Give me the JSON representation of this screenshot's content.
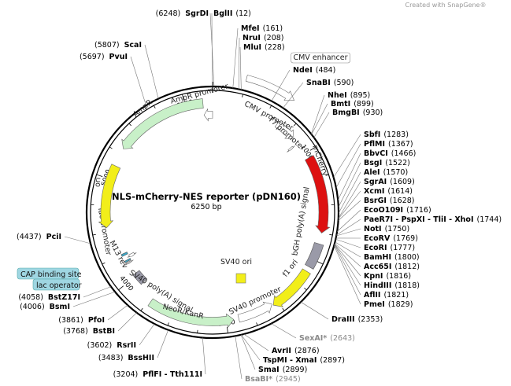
{
  "watermark": "Created with SnapGene®",
  "plasmid": {
    "name": "NLS-mCherry-NES reporter (pDN160)",
    "size_label": "6250 bp",
    "length": 6250
  },
  "tick_labels": [
    {
      "bp": 1000,
      "label": "1000"
    },
    {
      "bp": 2000,
      "label": "2000"
    },
    {
      "bp": 3000,
      "label": "3000"
    },
    {
      "bp": 4000,
      "label": "4000"
    },
    {
      "bp": 5000,
      "label": "5000"
    },
    {
      "bp": 6000,
      "label": "6000"
    }
  ],
  "features": [
    {
      "label": "CMV enhancer",
      "start": 247,
      "end": 626,
      "type": "arrow",
      "color": "#ffffff",
      "boxed": true
    },
    {
      "label": "CMV promoter",
      "start": 627,
      "end": 830,
      "type": "arrow",
      "color": "#ffffff"
    },
    {
      "label": "T7 promoter",
      "start": 875,
      "end": 893,
      "type": "arrow",
      "color": "#ffffff"
    },
    {
      "label": "mCherry",
      "start": 1050,
      "end": 1750,
      "type": "arrow",
      "color": "#dd1111"
    },
    {
      "label": "bGH poly(A) signal",
      "start": 1850,
      "end": 2075,
      "type": "box",
      "color": "#9a9aa8"
    },
    {
      "label": "f1 ori",
      "start": 2121,
      "end": 2550,
      "type": "arrow",
      "color": "#f2ee1a"
    },
    {
      "label": "SV40 promoter",
      "start": 2555,
      "end": 2885,
      "type": "arrow",
      "color": "#ffffff"
    },
    {
      "label": "SV40 ori",
      "start": 0,
      "end": 0,
      "type": "float",
      "color": "#f2ee1a"
    },
    {
      "label": "NeoR/KanR",
      "start": 2932,
      "end": 3726,
      "type": "arrow",
      "color": "#c8f0c8"
    },
    {
      "label": "SV40 poly(A) signal",
      "start": 3900,
      "end": 4020,
      "type": "box",
      "color": "#9a9aa8"
    },
    {
      "label": "M13 rev",
      "start": 4140,
      "end": 4157,
      "type": "arrow",
      "color": "#cccccc"
    },
    {
      "label": "lac operator",
      "start": 4165,
      "end": 4181,
      "type": "box",
      "color": "#3ca8c8"
    },
    {
      "label": "lac promoter",
      "start": 4189,
      "end": 4219,
      "type": "arrow",
      "color": "#ffffff"
    },
    {
      "label": "CAP binding site",
      "start": 4234,
      "end": 4255,
      "type": "box",
      "color": "#3ca8c8"
    },
    {
      "label": "ori",
      "start": 4543,
      "end": 5131,
      "type": "arrow",
      "color": "#f2ee1a"
    },
    {
      "label": "AmpR",
      "start": 5302,
      "end": 6162,
      "type": "arrow",
      "color": "#c8f0c8"
    },
    {
      "label": "AmpR promoter",
      "start": 6163,
      "end": 6250,
      "type": "arrow",
      "color": "#ffffff"
    }
  ],
  "tags": [
    {
      "label": "CAP binding site",
      "color": "#9fd6e2"
    },
    {
      "label": "lac operator",
      "color": "#9fd6e2"
    }
  ],
  "sites_right": [
    {
      "pos": "(12)",
      "name": "BglII"
    },
    {
      "pos": "(161)",
      "name": "MfeI"
    },
    {
      "pos": "(208)",
      "name": "NruI"
    },
    {
      "pos": "(228)",
      "name": "MluI"
    },
    {
      "pos": "(484)",
      "name": "NdeI"
    },
    {
      "pos": "(590)",
      "name": "SnaBI"
    },
    {
      "pos": "(895)",
      "name": "NheI"
    },
    {
      "pos": "(899)",
      "name": "BmtI"
    },
    {
      "pos": "(930)",
      "name": "BmgBI"
    },
    {
      "pos": "(1283)",
      "name": "SbfI"
    },
    {
      "pos": "(1367)",
      "name": "PflMI"
    },
    {
      "pos": "(1466)",
      "name": "BbvCI"
    },
    {
      "pos": "(1522)",
      "name": "BsgI"
    },
    {
      "pos": "(1570)",
      "name": "AleI"
    },
    {
      "pos": "(1609)",
      "name": "SgrAI"
    },
    {
      "pos": "(1614)",
      "name": "XcmI"
    },
    {
      "pos": "(1628)",
      "name": "BsrGI"
    },
    {
      "pos": "(1716)",
      "name": "EcoO109I"
    },
    {
      "pos": "(1744)",
      "name": "PaeR7I - PspXI - TliI - XhoI"
    },
    {
      "pos": "(1750)",
      "name": "NotI"
    },
    {
      "pos": "(1769)",
      "name": "EcoRV"
    },
    {
      "pos": "(1777)",
      "name": "EcoRI"
    },
    {
      "pos": "(1800)",
      "name": "BamHI"
    },
    {
      "pos": "(1812)",
      "name": "Acc65I"
    },
    {
      "pos": "(1816)",
      "name": "KpnI"
    },
    {
      "pos": "(1818)",
      "name": "HindIII"
    },
    {
      "pos": "(1821)",
      "name": "AflII"
    },
    {
      "pos": "(1829)",
      "name": "PmeI"
    },
    {
      "pos": "(2353)",
      "name": "DraIII"
    },
    {
      "pos": "(2643)",
      "name": "SexAI*",
      "gray": true
    },
    {
      "pos": "(2876)",
      "name": "AvrII"
    },
    {
      "pos": "(2897)",
      "name": "TspMI - XmaI"
    },
    {
      "pos": "(2899)",
      "name": "SmaI"
    },
    {
      "pos": "(2945)",
      "name": "BsaBI*",
      "gray": true
    }
  ],
  "sites_left": [
    {
      "pos": "(6248)",
      "name": "SgrDI"
    },
    {
      "pos": "(5807)",
      "name": "ScaI"
    },
    {
      "pos": "(5697)",
      "name": "PvuI"
    },
    {
      "pos": "(4437)",
      "name": "PciI"
    },
    {
      "pos": "(4058)",
      "name": "BstZ17I"
    },
    {
      "pos": "(4006)",
      "name": "BsmI"
    },
    {
      "pos": "(3861)",
      "name": "PfoI"
    },
    {
      "pos": "(3768)",
      "name": "BstBI"
    },
    {
      "pos": "(3602)",
      "name": "RsrII"
    },
    {
      "pos": "(3483)",
      "name": "BssHII"
    },
    {
      "pos": "(3204)",
      "name": "PflFI - Tth111I"
    }
  ]
}
